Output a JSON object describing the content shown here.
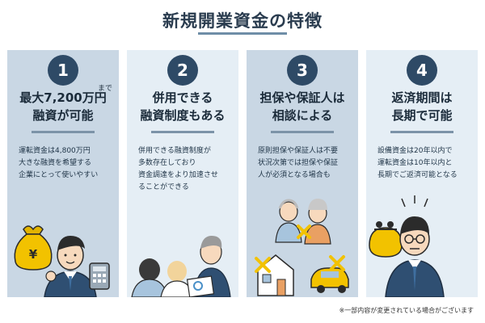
{
  "title": "新規開業資金の特徴",
  "cards": [
    {
      "number": "1",
      "heading_lines": [
        "最大7,200万円",
        "融資が可能"
      ],
      "superscript": "まで",
      "body_lines": [
        "運転資金は4,800万円",
        "大きな融資を希望する",
        "企業にとって使いやすい"
      ],
      "illustration": "money-bag-man-with-calculator"
    },
    {
      "number": "2",
      "heading_lines": [
        "併用できる",
        "融資制度もある"
      ],
      "body_lines": [
        "併用できる融資制度が",
        "多数存在しており",
        "資金調達をより加速させ",
        "ることができる"
      ],
      "illustration": "consultation-meeting"
    },
    {
      "number": "3",
      "heading_lines": [
        "担保や保証人は",
        "相談による"
      ],
      "body_lines": [
        "原則担保や保証人は不要",
        "状況次第では担保や保証",
        "人が必須となる場合も"
      ],
      "illustration": "elderly-couple-house-car-crossed"
    },
    {
      "number": "4",
      "heading_lines": [
        "返済期間は",
        "長期で可能"
      ],
      "body_lines": [
        "設備資金は20年以内で",
        "運転資金は10年以内と",
        "長期でご返済可能となる"
      ],
      "illustration": "coin-purse-man"
    }
  ],
  "footnote": "※一部内容が変更されている場合がございます"
}
